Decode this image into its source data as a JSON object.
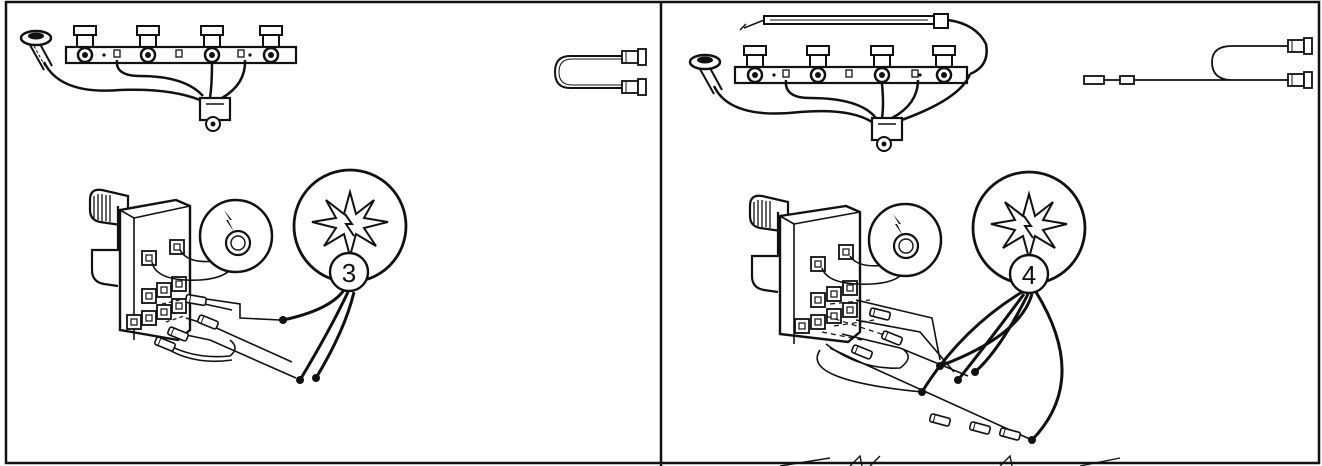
{
  "figure": {
    "panels": [
      {
        "id": "left",
        "callout_number": "3",
        "spark_wires": 3
      },
      {
        "id": "right",
        "callout_number": "4",
        "spark_wires": 4
      }
    ],
    "colors": {
      "line": "#111111",
      "background": "#ffffff"
    }
  }
}
